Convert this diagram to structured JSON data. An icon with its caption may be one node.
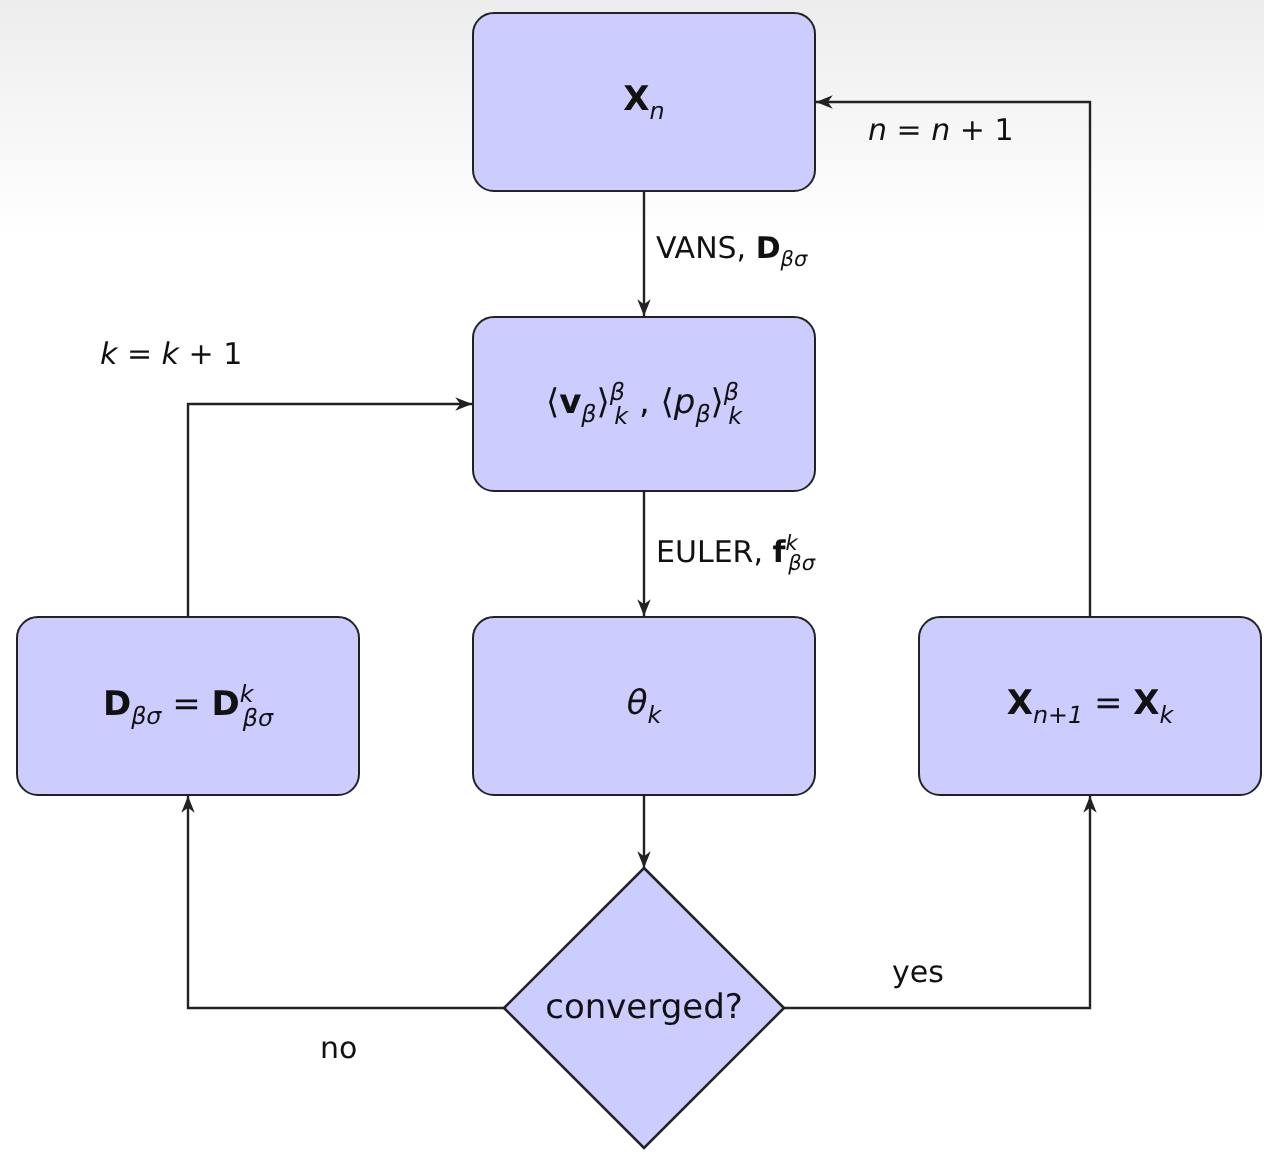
{
  "diagram": {
    "nodes": [
      {
        "text": [
          "**X**$_{n}$"
        ]
      },
      {
        "text": [
          "⟨**v**$_{β}$⟩$^{β}$$_{k}$ , ⟨*p*$_{β}$⟩$^{β}$$_{k}$"
        ]
      },
      {
        "text": [
          "**D**$_{βσ}$ = **D**$^{k}$$_{βσ}$"
        ]
      },
      {
        "text": [
          "*θ*$_{k}$"
        ]
      },
      {
        "text": [
          "**X**$_{n+1}$ = **X**$_{k}$"
        ]
      },
      {
        "text": [
          "converged?"
        ]
      }
    ],
    "edges": [
      {
        "from": 0,
        "to": 1,
        "arrow": "to",
        "label": "VANS, **D**$_{βσ}$"
      },
      {
        "from": 1,
        "to": 3,
        "arrow": "to",
        "label": "EULER, **f**$^{k}$$_{βσ}$"
      },
      {
        "from": 3,
        "to": 5,
        "arrow": "to"
      },
      {
        "from": 5,
        "to": 2,
        "arrow": "to",
        "label": "no"
      },
      {
        "from": 5,
        "to": 4,
        "arrow": "to",
        "label": "yes"
      },
      {
        "from": 2,
        "to": 1,
        "arrow": "to",
        "label": "*k* = *k* + 1"
      },
      {
        "from": 4,
        "to": 0,
        "arrow": "to",
        "label": "*n* = *n* + 1"
      }
    ]
  }
}
